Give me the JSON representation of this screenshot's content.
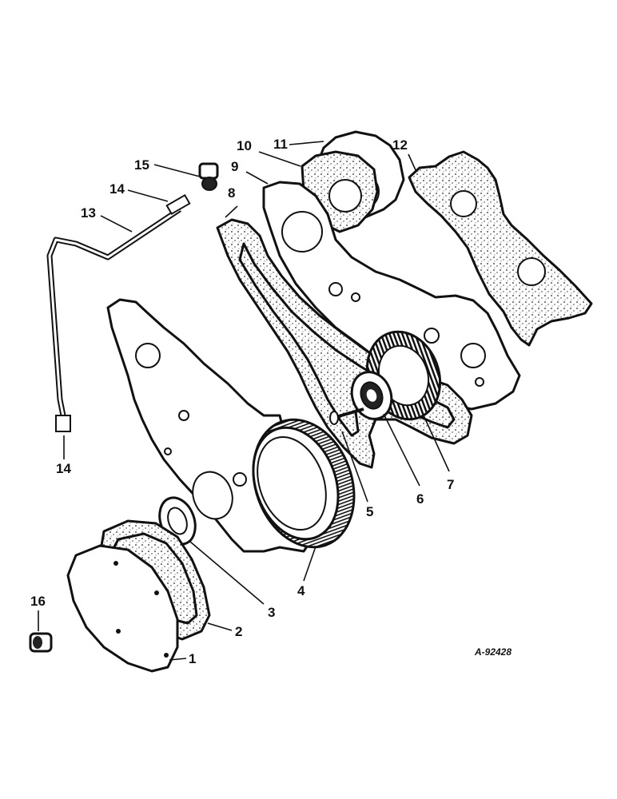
{
  "diagram": {
    "figure_id": "A-92428",
    "callouts": [
      {
        "id": "1",
        "label": "1"
      },
      {
        "id": "2",
        "label": "2"
      },
      {
        "id": "3",
        "label": "3"
      },
      {
        "id": "4",
        "label": "4"
      },
      {
        "id": "5",
        "label": "5"
      },
      {
        "id": "6",
        "label": "6"
      },
      {
        "id": "7",
        "label": "7"
      },
      {
        "id": "8",
        "label": "8"
      },
      {
        "id": "9",
        "label": "9"
      },
      {
        "id": "10",
        "label": "10"
      },
      {
        "id": "11",
        "label": "11"
      },
      {
        "id": "12",
        "label": "12"
      },
      {
        "id": "13",
        "label": "13"
      },
      {
        "id": "14a",
        "label": "14"
      },
      {
        "id": "14b",
        "label": "14"
      },
      {
        "id": "15",
        "label": "15"
      },
      {
        "id": "16",
        "label": "16"
      }
    ]
  }
}
